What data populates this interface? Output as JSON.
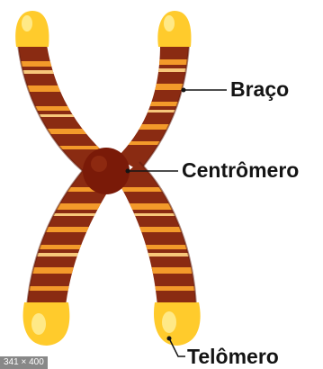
{
  "labels": {
    "arm": "Braço",
    "centromere": "Centrômero",
    "telomere": "Telômero"
  },
  "image_size_badge": "341 × 400",
  "colors": {
    "body": "#8a2b12",
    "body_dark": "#5e1809",
    "band_orange": "#f39a2a",
    "band_light": "#f7c77a",
    "telomere": "#ffcb2c",
    "telomere_highlight": "#ffe987",
    "centromere": "#7a1a08",
    "pointer_line": "#141414"
  }
}
